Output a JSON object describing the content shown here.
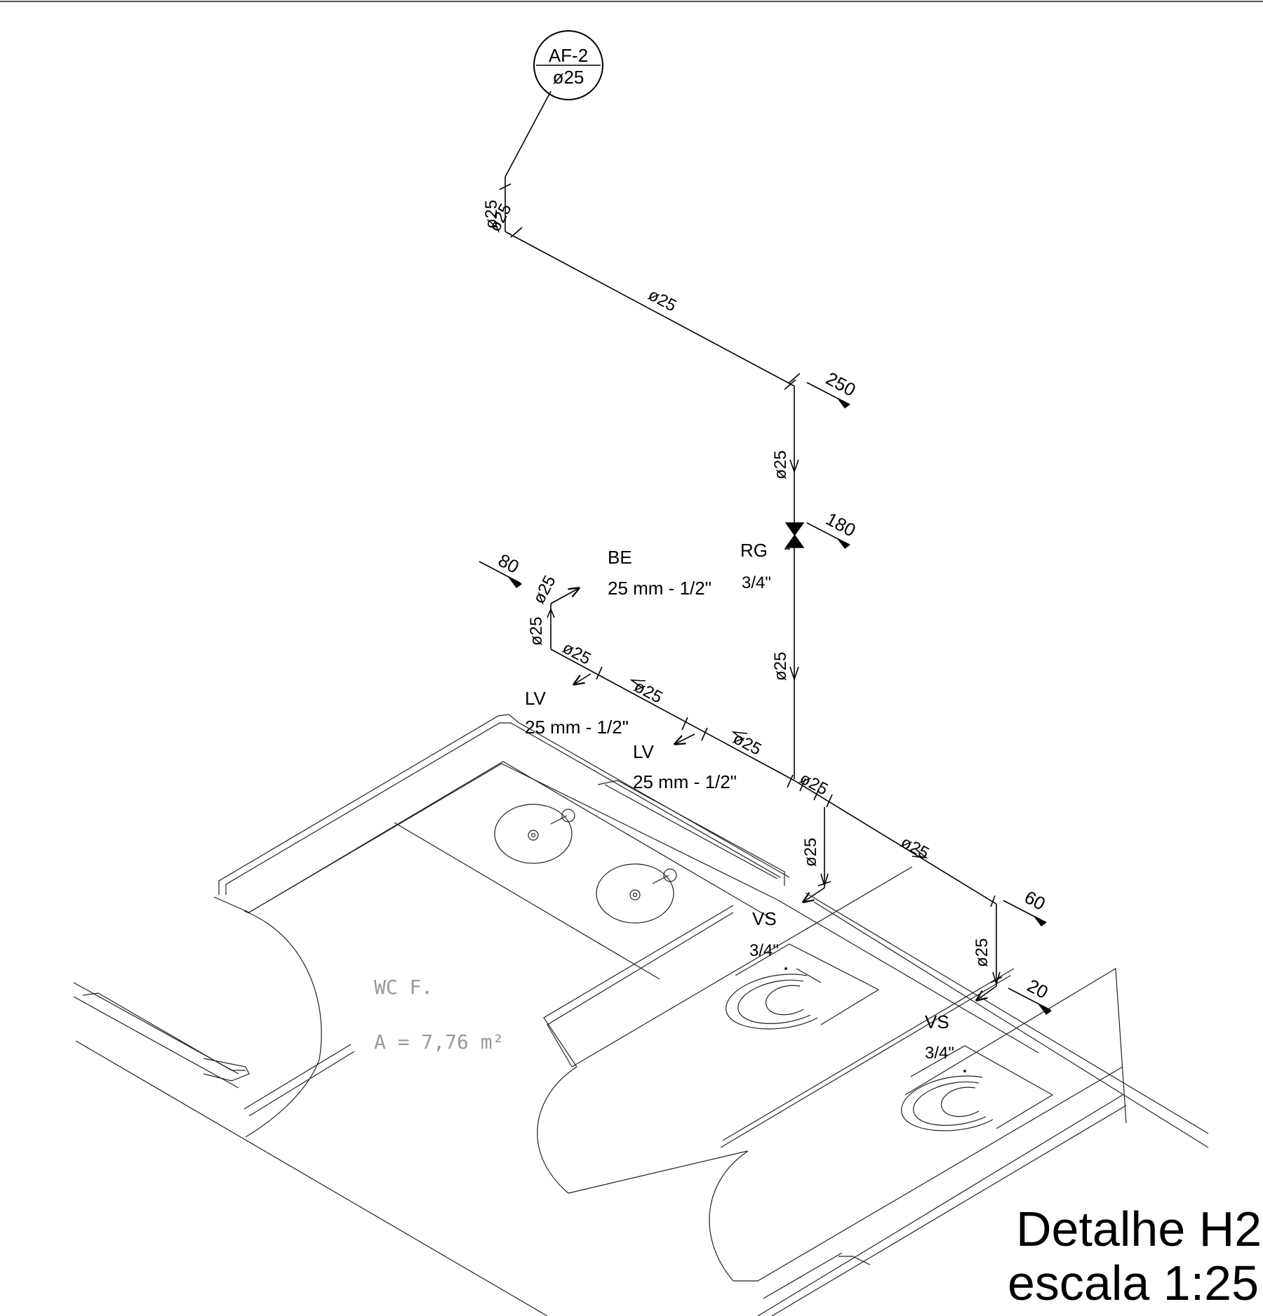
{
  "drawing": {
    "tag_top": "AF-2",
    "tag_bottom": "ø25",
    "pipe_label": "ø25",
    "elevations": [
      "250",
      "180",
      "80",
      "60",
      "20"
    ],
    "registro": {
      "code": "RG",
      "size": "3/4\""
    },
    "fixtures": [
      {
        "code": "BE",
        "size": "25 mm - 1/2\""
      },
      {
        "code": "LV",
        "size": "25 mm - 1/2\""
      },
      {
        "code": "LV",
        "size": "25 mm - 1/2\""
      },
      {
        "code": "VS",
        "size": "3/4\""
      },
      {
        "code": "VS",
        "size": "3/4\""
      }
    ],
    "room_name": "WC F.",
    "room_area": "A = 7,76 m²",
    "title": "Detalhe H2",
    "scale": "escala 1:25"
  }
}
